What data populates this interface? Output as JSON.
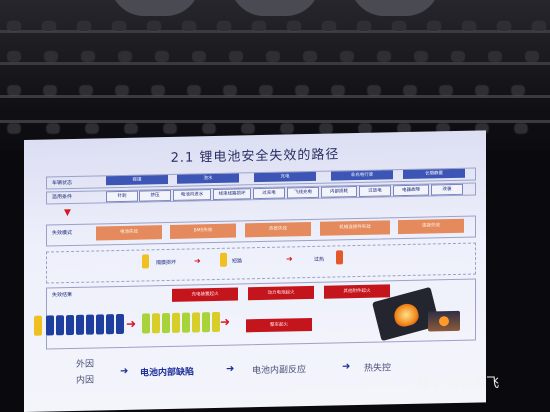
{
  "slide": {
    "title": "2.1 锂电池安全失效的路径",
    "row_labels": {
      "vehicle_state": "车辆状态",
      "abuse": "滥用条件",
      "failure_mode": "失效模式",
      "result": "失效结果"
    },
    "vehicle_states": [
      "碰撞",
      "泡水",
      "充电",
      "非充电行驶",
      "长期静置"
    ],
    "abuse_conditions": [
      "针刺",
      "挤压",
      "电池内进水",
      "线束线路损坏",
      "过充电",
      "飞线充电",
      "内部损耗",
      "过放电",
      "电器故障",
      "改装"
    ],
    "failure_modes": [
      "电池失效",
      "BMS失效",
      "热管失效",
      "机械连接件失效",
      "连接失效"
    ],
    "chain_items": [
      "隔膜损坏",
      "短路",
      "过热"
    ],
    "results": [
      "充电装置起火",
      "动力电池起火",
      "其他附件起火"
    ],
    "vehicle_fire": "整车起火",
    "bottom": {
      "outer": "外因",
      "inner": "内因",
      "step1": "电池内部缺陷",
      "step2": "电池内副反应",
      "step3": "热失控"
    }
  },
  "watermark": "知乎 @孙亚飞",
  "colors": {
    "slide_bg": "#eef0fb",
    "blue_box": "#3d56b5",
    "orange_box": "#e58a5c",
    "red_box": "#c4141c",
    "title_text": "#2a2f63"
  }
}
